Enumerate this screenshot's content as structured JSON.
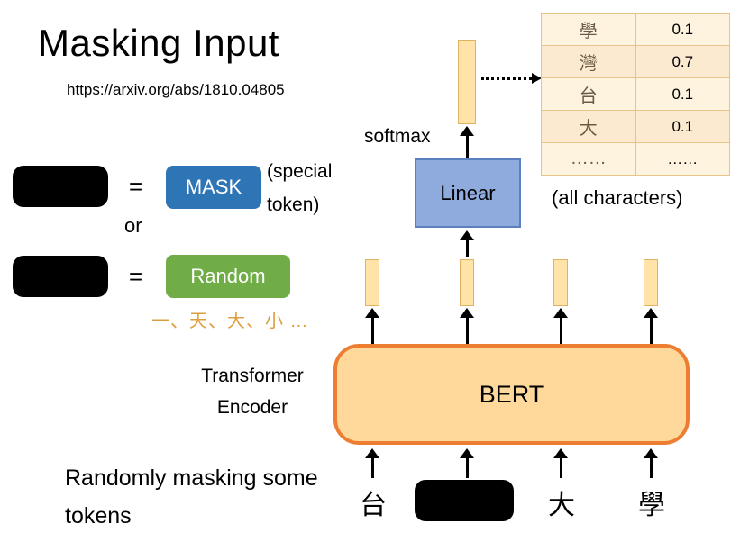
{
  "title": "Masking Input",
  "subtitle": "https://arxiv.org/abs/1810.04805",
  "legend": {
    "equals": "=",
    "or": "or",
    "mask_label": "MASK",
    "special_token_note": "(special token)",
    "random_label": "Random",
    "random_examples": "一、天、大、小 …"
  },
  "diagram": {
    "transformer_encoder_label": "Transformer Encoder",
    "bottom_note": "Randomly masking some tokens",
    "bert_label": "BERT",
    "linear_label": "Linear",
    "softmax_label": "softmax",
    "all_characters_label": "(all characters)",
    "input_tokens": [
      "台",
      "大",
      "學"
    ]
  },
  "prob_table": {
    "rows": [
      {
        "char": "學",
        "prob": "0.1"
      },
      {
        "char": "灣",
        "prob": "0.7"
      },
      {
        "char": "台",
        "prob": "0.1"
      },
      {
        "char": "大",
        "prob": "0.1"
      },
      {
        "char": "……",
        "prob": "……"
      }
    ]
  },
  "colors": {
    "mask_blue": "#2E75B6",
    "random_green": "#70AD47",
    "bert_fill": "#FFD89B",
    "bert_border": "#ED7D31",
    "embedding_fill": "#FFE3A9",
    "linear_fill": "#8FAADC",
    "table_border": "#E8C48A",
    "example_text_orange": "#DC9F3F"
  }
}
